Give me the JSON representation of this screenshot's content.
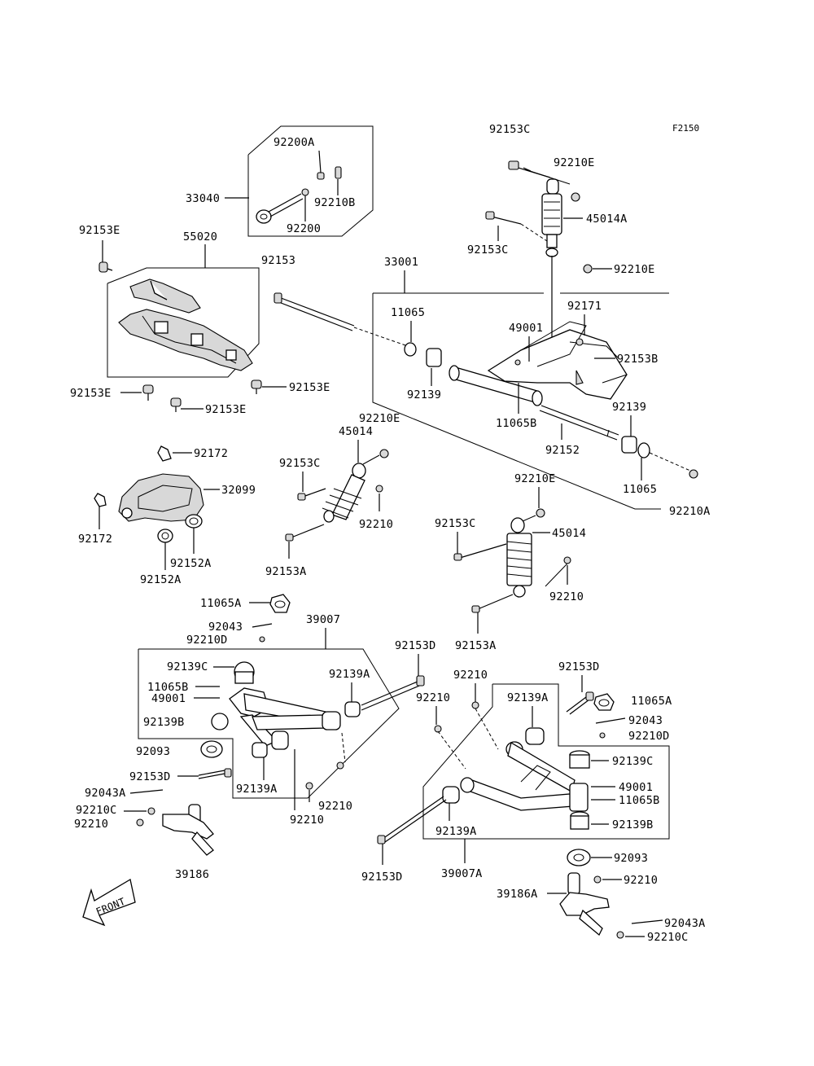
{
  "figure_code": "F2150",
  "front_label": "FRONT",
  "labels": {
    "l_92153C_top": "92153C",
    "l_92210E_top": "92210E",
    "l_45014A": "45014A",
    "l_92153C_mid": "92153C",
    "l_92210E_mid": "92210E",
    "l_92200A": "92200A",
    "l_33040": "33040",
    "l_92210B": "92210B",
    "l_92200": "92200",
    "l_92153E_1": "92153E",
    "l_55020": "55020",
    "l_92153": "92153",
    "l_33001": "33001",
    "l_11065_a": "11065",
    "l_92171": "92171",
    "l_49001_a": "49001",
    "l_92153B": "92153B",
    "l_92139_a": "92139",
    "l_92139_b": "92139",
    "l_11065B_a": "11065B",
    "l_92152": "92152",
    "l_11065_b": "11065",
    "l_92210A": "92210A",
    "l_92153E_2": "92153E",
    "l_92153E_3": "92153E",
    "l_92153E_4": "92153E",
    "l_92210E_left": "92210E",
    "l_45014_left": "45014",
    "l_92153C_left": "92153C",
    "l_92210_left": "92210",
    "l_92153A_left": "92153A",
    "l_92172_a": "92172",
    "l_32099": "32099",
    "l_92172_b": "92172",
    "l_92152A_a": "92152A",
    "l_92152A_b": "92152A",
    "l_92210E_right": "92210E",
    "l_92153C_right": "92153C",
    "l_45014_right": "45014",
    "l_92210_right": "92210",
    "l_92153A_right": "92153A",
    "l_11065A_left": "11065A",
    "l_92043": "92043",
    "l_92210D_left": "92210D",
    "l_39007": "39007",
    "l_92153D_a": "92153D",
    "l_92139C_left": "92139C",
    "l_92139A_a": "92139A",
    "l_11065B_b": "11065B",
    "l_49001_b": "49001",
    "l_92139B_left": "92139B",
    "l_92093_left": "92093",
    "l_92153D_b": "92153D",
    "l_92043A_left": "92043A",
    "l_92210C_left": "92210C",
    "l_92210_c": "92210",
    "l_92139A_b": "92139A",
    "l_92210_d": "92210",
    "l_92210_e": "92210",
    "l_39186": "39186",
    "l_92210_f": "92210",
    "l_92210_g": "92210",
    "l_92153D_c": "92153D",
    "l_92139A_c": "92139A",
    "l_11065A_right": "11065A",
    "l_92043_right": "92043",
    "l_92210D_right": "92210D",
    "l_92139C_right": "92139C",
    "l_49001_c": "49001",
    "l_11065B_c": "11065B",
    "l_92139B_right": "92139B",
    "l_92139A_d": "92139A",
    "l_92153D_d": "92153D",
    "l_39007A": "39007A",
    "l_92093_right": "92093",
    "l_92210_h": "92210",
    "l_39186A": "39186A",
    "l_92043A_right": "92043A",
    "l_92210C_right": "92210C"
  }
}
